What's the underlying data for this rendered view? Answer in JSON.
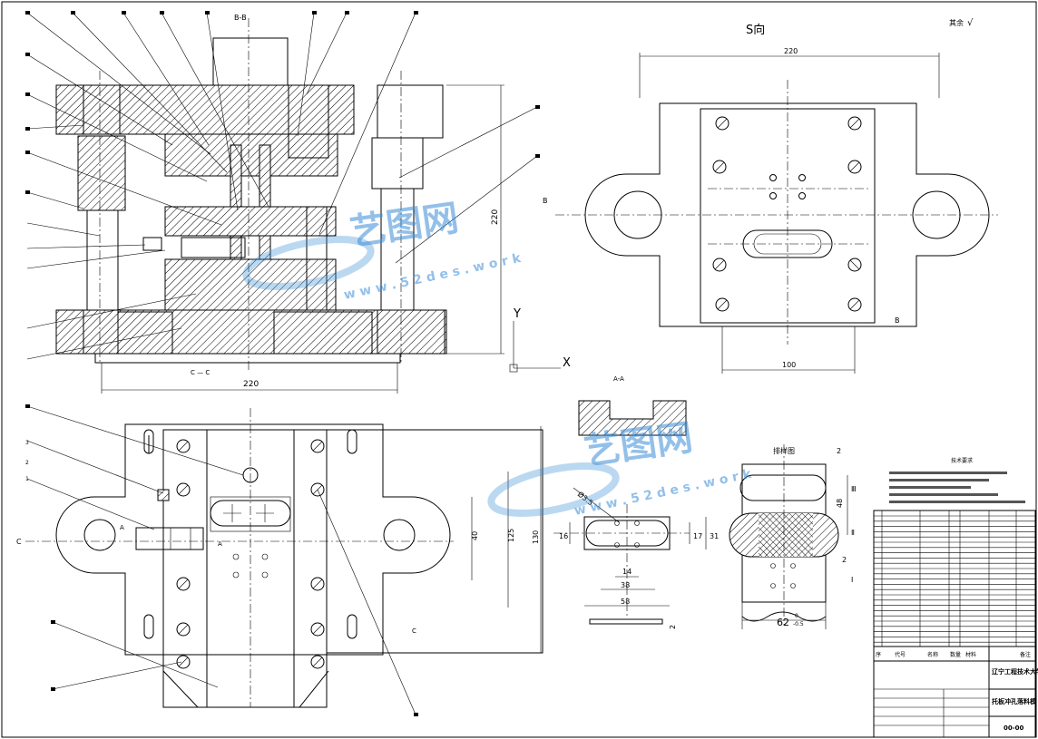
{
  "labels": {
    "section_bb": "B-B",
    "view_s": "S向",
    "roughness": "其余",
    "section_cc": "C — C",
    "section_aa": "A-A",
    "layout_title": "排样图",
    "tech_title": "技术要求",
    "axis_y": "Y",
    "axis_x": "X",
    "mark_b_left": "B",
    "mark_b_right": "B",
    "mark_c": "C",
    "mark_c2": "C",
    "mark_a": "A",
    "mark_a2": "A"
  },
  "dimensions": {
    "front_height": "220",
    "front_width": "220",
    "s_width_top": "220",
    "s_width_bottom": "100",
    "plan_40": "40",
    "plan_125": "125",
    "plan_130": "130",
    "part_dia": "Ø3.5",
    "part_16": "16",
    "part_17": "17",
    "part_31": "31",
    "part_14": "14",
    "part_38": "38",
    "part_58": "58",
    "part_thick": "2",
    "layout_48": "48",
    "layout_2a": "2",
    "layout_2b": "2",
    "layout_62": "62",
    "layout_tol_up": "0",
    "layout_tol_low": "-0.5"
  },
  "title_block": {
    "university": "辽宁工程技术大学",
    "drawing_name": "托板冲孔落料模",
    "drawing_no": "00-00",
    "col_no": "序",
    "col_code": "代号",
    "col_name": "名称",
    "col_qty": "数量",
    "col_material": "材料",
    "col_remark": "备注"
  },
  "watermark": {
    "brand": "艺图网",
    "site": "w w w . 5 2 d e s . w o r k"
  },
  "balloons_lower": [
    "3",
    "2",
    "1"
  ]
}
